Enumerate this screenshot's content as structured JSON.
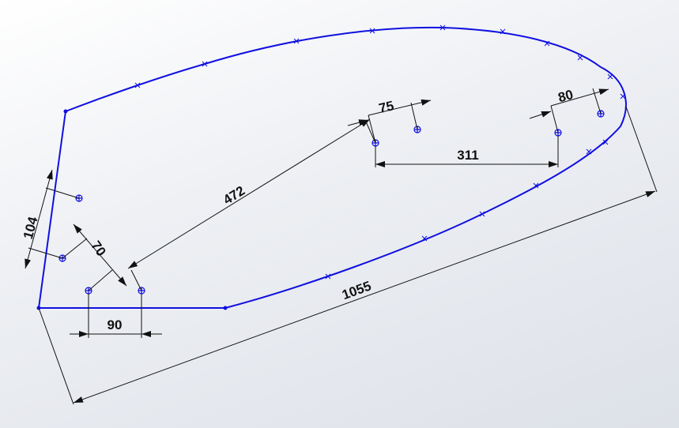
{
  "sketch": {
    "colors": {
      "geometry": "#1010e0",
      "dimension": "#111111"
    },
    "dimensions": {
      "d104": "104",
      "d70": "70",
      "d472": "472",
      "d75": "75",
      "d311": "311",
      "d80": "80",
      "d90": "90",
      "d1055": "1055"
    }
  }
}
